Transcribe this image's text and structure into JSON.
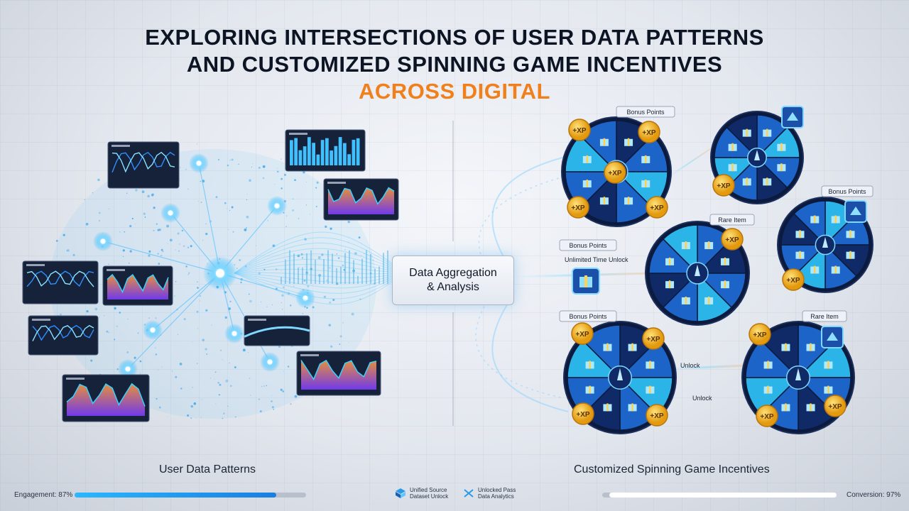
{
  "title": {
    "line1": "EXPLORING INTERSECTIONS OF USER DATA PATTERNS",
    "line2": "AND CUSTOMIZED SPINNING GAME INCENTIVES",
    "line3": "ACROSS DIGITAL"
  },
  "center": {
    "line1": "Data Aggregation",
    "line2": "& Analysis"
  },
  "labels": {
    "left": "User Data Patterns",
    "right": "Customized Spinning Game Incentives"
  },
  "footer": {
    "engagement_label": "Engagement: 87%",
    "engagement_value": 0.87,
    "conversion_label": "Conversion: 97%",
    "conversion_value": 0.97,
    "item1": [
      "Unified Source",
      "Dataset Unlock"
    ],
    "item2": [
      "Unlocked Pass",
      "Data Analytics"
    ]
  },
  "wheel_labels": {
    "bonus_points": "Bonus Points",
    "rare_item": "Rare Item",
    "unlock": "Unlock",
    "unlimited": "Unlimited Time Unlock",
    "xp": "+XP"
  },
  "colors": {
    "accent": "#f0801c",
    "glow": "#2bb7ff",
    "wheel_dark": "#0f2a66",
    "wheel_mid": "#1d64c8",
    "wheel_light": "#2bb4e8",
    "coin": "#f4b21d"
  }
}
